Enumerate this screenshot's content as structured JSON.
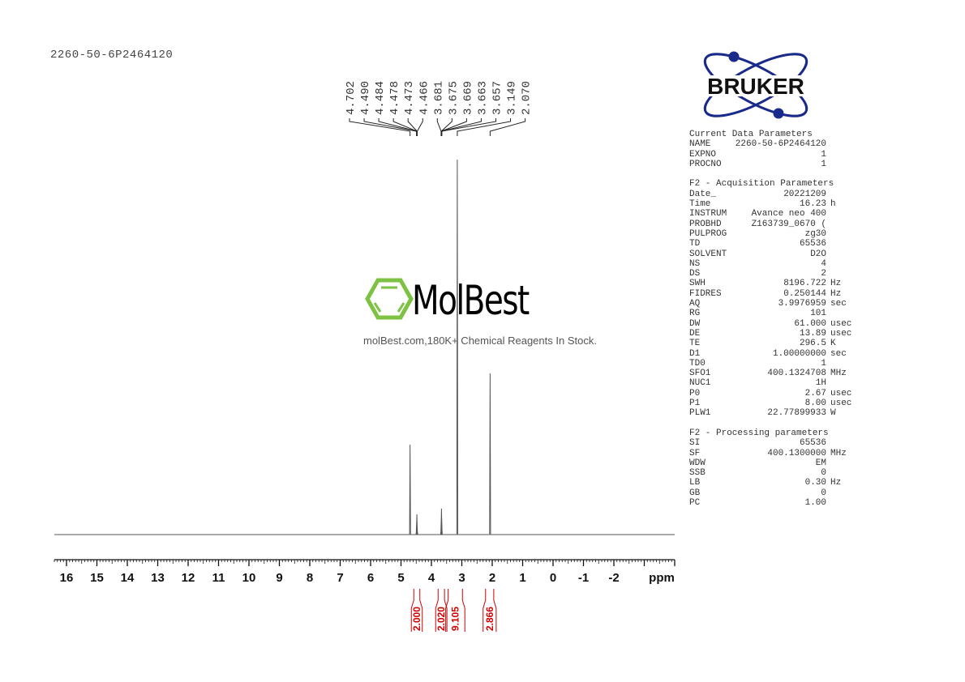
{
  "header": {
    "title": "2260-50-6P2464120"
  },
  "logo": {
    "brand": "BRUKER"
  },
  "watermark": {
    "name": "MolBest",
    "tagline": "molBest.com,180K+ Chemical Reagents In Stock.",
    "accent_color": "#7dc242"
  },
  "params": {
    "sections": [
      {
        "title": "Current Data Parameters",
        "rows": [
          {
            "n": "NAME",
            "v": "2260-50-6P2464120",
            "u": ""
          },
          {
            "n": "EXPNO",
            "v": "1",
            "u": ""
          },
          {
            "n": "PROCNO",
            "v": "1",
            "u": ""
          }
        ]
      },
      {
        "title": "F2 - Acquisition Parameters",
        "rows": [
          {
            "n": "Date_",
            "v": "20221209",
            "u": ""
          },
          {
            "n": "Time",
            "v": "16.23",
            "u": "h"
          },
          {
            "n": "INSTRUM",
            "v": "Avance neo 400",
            "u": ""
          },
          {
            "n": "PROBHD",
            "v": "Z163739_0670 (",
            "u": ""
          },
          {
            "n": "PULPROG",
            "v": "zg30",
            "u": ""
          },
          {
            "n": "TD",
            "v": "65536",
            "u": ""
          },
          {
            "n": "SOLVENT",
            "v": "D2O",
            "u": ""
          },
          {
            "n": "NS",
            "v": "4",
            "u": ""
          },
          {
            "n": "DS",
            "v": "2",
            "u": ""
          },
          {
            "n": "SWH",
            "v": "8196.722",
            "u": "Hz"
          },
          {
            "n": "FIDRES",
            "v": "0.250144",
            "u": "Hz"
          },
          {
            "n": "AQ",
            "v": "3.9976959",
            "u": "sec"
          },
          {
            "n": "RG",
            "v": "101",
            "u": ""
          },
          {
            "n": "DW",
            "v": "61.000",
            "u": "usec"
          },
          {
            "n": "DE",
            "v": "13.89",
            "u": "usec"
          },
          {
            "n": "TE",
            "v": "296.5",
            "u": "K"
          },
          {
            "n": "D1",
            "v": "1.00000000",
            "u": "sec"
          },
          {
            "n": "TD0",
            "v": "1",
            "u": ""
          },
          {
            "n": "SFO1",
            "v": "400.1324708",
            "u": "MHz"
          },
          {
            "n": "NUC1",
            "v": "1H",
            "u": ""
          },
          {
            "n": "P0",
            "v": "2.67",
            "u": "usec"
          },
          {
            "n": "P1",
            "v": "8.00",
            "u": "usec"
          },
          {
            "n": "PLW1",
            "v": "22.77899933",
            "u": "W"
          }
        ]
      },
      {
        "title": "F2 - Processing parameters",
        "rows": [
          {
            "n": "SI",
            "v": "65536",
            "u": ""
          },
          {
            "n": "SF",
            "v": "400.1300000",
            "u": "MHz"
          },
          {
            "n": "WDW",
            "v": "EM",
            "u": ""
          },
          {
            "n": "SSB",
            "v": "0",
            "u": ""
          },
          {
            "n": "LB",
            "v": "0.30",
            "u": "Hz"
          },
          {
            "n": "GB",
            "v": "0",
            "u": ""
          },
          {
            "n": "PC",
            "v": "1.00",
            "u": ""
          }
        ]
      }
    ]
  },
  "chart_data": {
    "type": "line",
    "xlabel": "ppm",
    "xlim": [
      16.4,
      -4.0
    ],
    "x_reversed": true,
    "x_ticks": [
      "16",
      "15",
      "14",
      "13",
      "12",
      "11",
      "10",
      "9",
      "8",
      "7",
      "6",
      "5",
      "4",
      "3",
      "2",
      "1",
      "0",
      "-1",
      "-2"
    ],
    "peak_labels": [
      "4.702",
      "4.490",
      "4.484",
      "4.478",
      "4.473",
      "4.466",
      "3.681",
      "3.675",
      "3.669",
      "3.663",
      "3.657",
      "3.149",
      "2.070"
    ],
    "peaks": [
      {
        "ppm": 4.702,
        "rel_intensity": 0.24
      },
      {
        "ppm": 4.49,
        "rel_intensity": 0.012
      },
      {
        "ppm": 4.484,
        "rel_intensity": 0.035
      },
      {
        "ppm": 4.478,
        "rel_intensity": 0.054
      },
      {
        "ppm": 4.473,
        "rel_intensity": 0.035
      },
      {
        "ppm": 4.466,
        "rel_intensity": 0.012
      },
      {
        "ppm": 3.681,
        "rel_intensity": 0.015
      },
      {
        "ppm": 3.675,
        "rel_intensity": 0.045
      },
      {
        "ppm": 3.669,
        "rel_intensity": 0.069
      },
      {
        "ppm": 3.663,
        "rel_intensity": 0.045
      },
      {
        "ppm": 3.657,
        "rel_intensity": 0.015
      },
      {
        "ppm": 3.149,
        "rel_intensity": 1.0
      },
      {
        "ppm": 2.07,
        "rel_intensity": 0.43
      }
    ],
    "integrals": [
      {
        "from": 4.58,
        "to": 4.38,
        "value": "2.000"
      },
      {
        "from": 3.78,
        "to": 3.57,
        "value": "2.020"
      },
      {
        "from": 3.45,
        "to": 2.98,
        "value": "9.105"
      },
      {
        "from": 2.22,
        "to": 1.95,
        "value": "2.866"
      }
    ],
    "colors": {
      "spectrum": "#555555",
      "integral": "#d40000"
    }
  }
}
